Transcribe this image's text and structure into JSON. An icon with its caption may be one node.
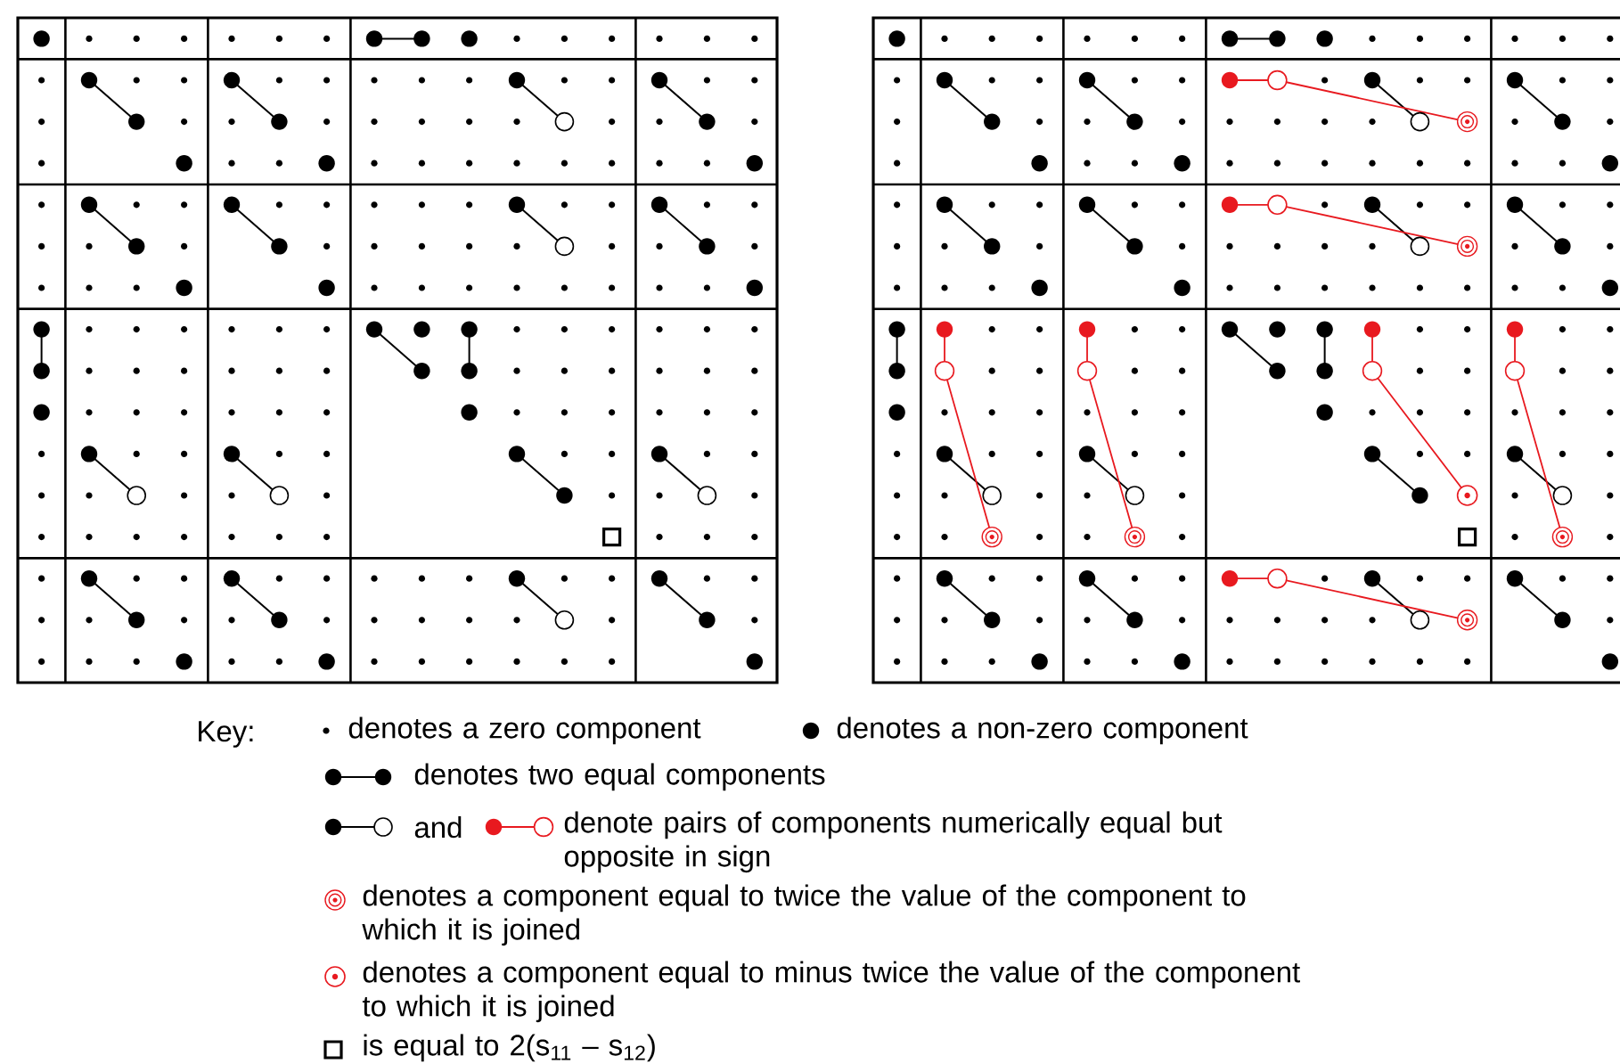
{
  "diagram": {
    "labels": [
      "Key:",
      "and"
    ],
    "legend": [
      {
        "text": "denotes a zero component"
      },
      {
        "text": "denotes a non-zero component"
      },
      {
        "text": "denotes two equal components"
      },
      {
        "text": "denote pairs of components numerically equal but opposite in sign"
      },
      {
        "text": "denotes a component equal to twice the value of the component to which it is joined"
      },
      {
        "text": "denotes a component equal to minus twice the value of the component to which it is joined"
      },
      {
        "text": "is equal to 2(s$_{11}$ – s$_{12}$)"
      }
    ]
  }
}
